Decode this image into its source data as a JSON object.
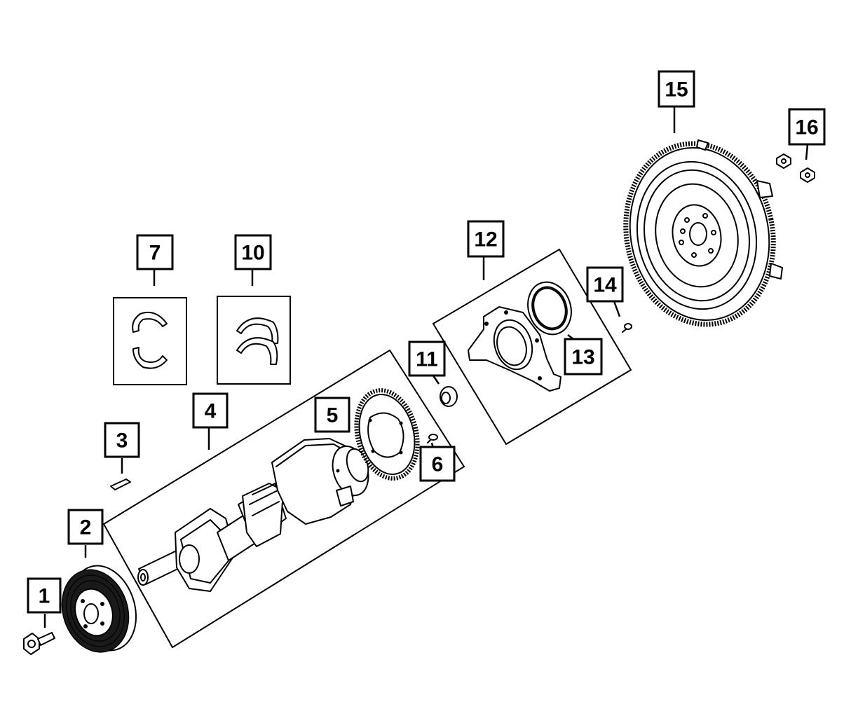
{
  "callouts": [
    {
      "id": "1",
      "label": "1"
    },
    {
      "id": "2",
      "label": "2"
    },
    {
      "id": "3",
      "label": "3"
    },
    {
      "id": "4",
      "label": "4"
    },
    {
      "id": "5",
      "label": "5"
    },
    {
      "id": "6",
      "label": "6"
    },
    {
      "id": "7",
      "label": "7"
    },
    {
      "id": "10",
      "label": "10"
    },
    {
      "id": "11",
      "label": "11"
    },
    {
      "id": "12",
      "label": "12"
    },
    {
      "id": "13",
      "label": "13"
    },
    {
      "id": "14",
      "label": "14"
    },
    {
      "id": "15",
      "label": "15"
    },
    {
      "id": "16",
      "label": "16"
    }
  ],
  "colors": {
    "line": "#000000",
    "background": "#ffffff"
  }
}
